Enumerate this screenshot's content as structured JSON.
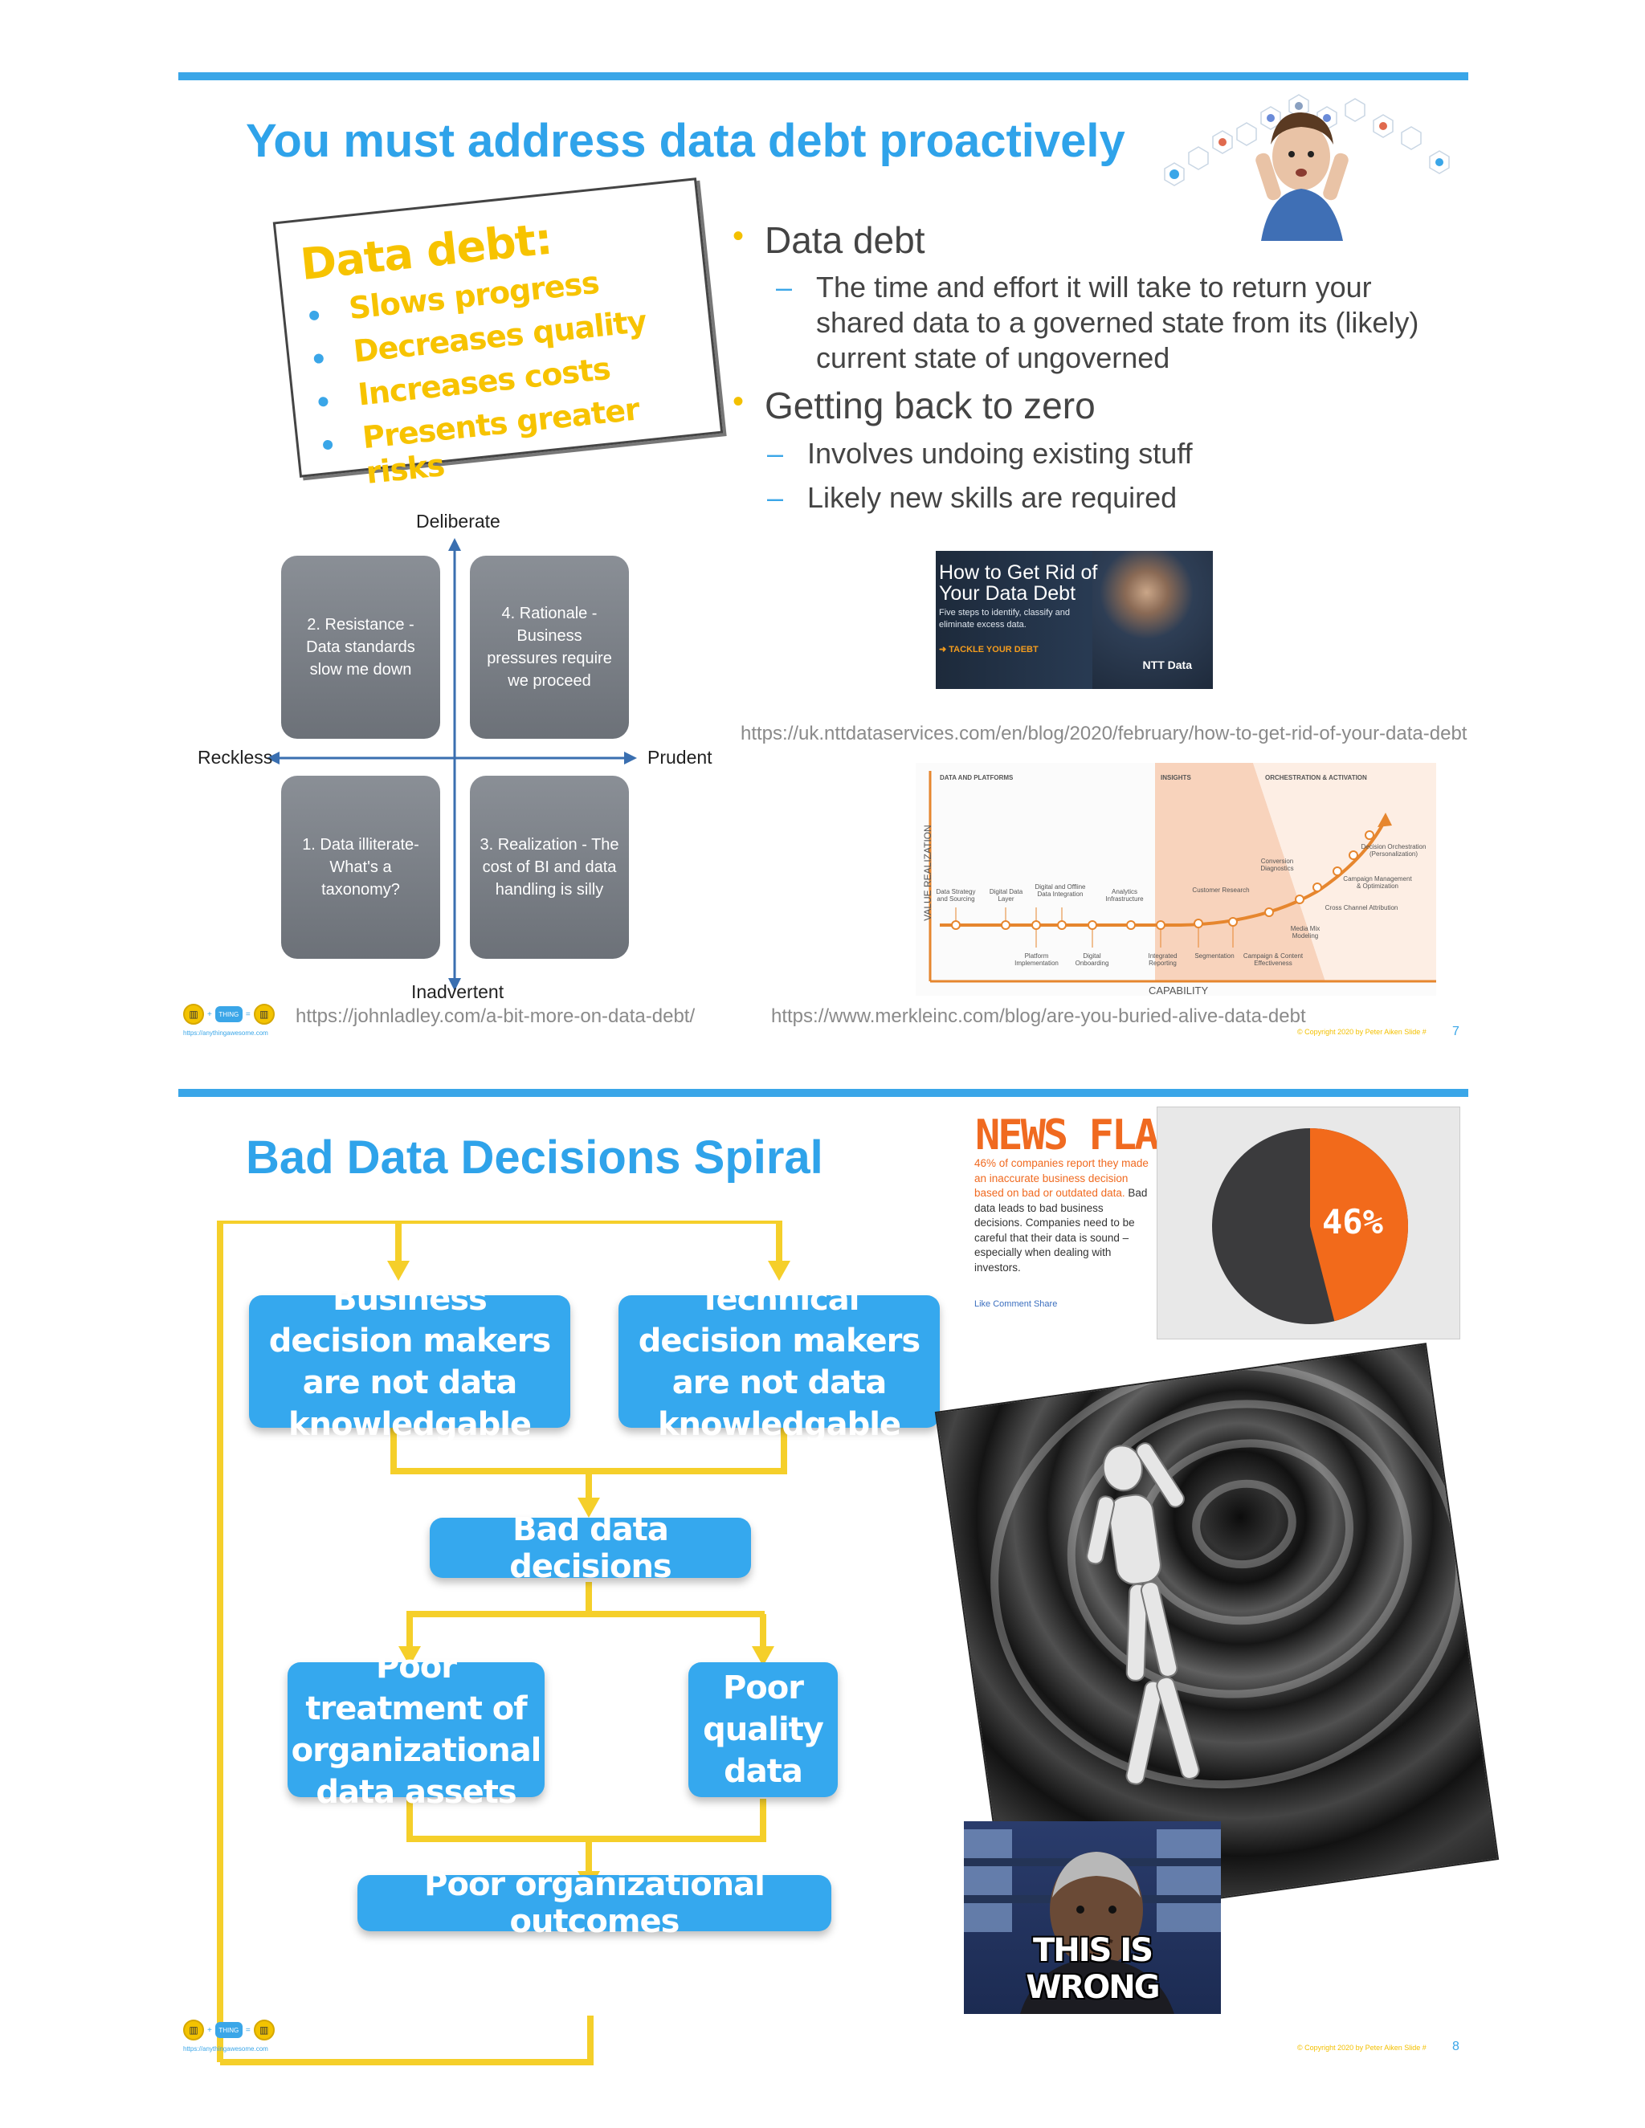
{
  "slide1": {
    "title": "You must address data debt proactively",
    "sticky": {
      "title": "Data debt:",
      "items": [
        "Slows progress",
        "Decreases quality",
        "Increases costs",
        "Presents greater risks"
      ]
    },
    "bullets": [
      {
        "text": "Data debt",
        "sub": [
          "The time and effort it will take to return your shared data to a governed state from its (likely) current state of ungoverned"
        ]
      },
      {
        "text": "Getting back to zero",
        "sub": [
          "Involves undoing existing stuff",
          "Likely new skills are required"
        ]
      }
    ],
    "quadrant": {
      "top": "Deliberate",
      "bottom": "Inadvertent",
      "left": "Reckless",
      "right": "Prudent",
      "boxes": [
        "2. Resistance - Data standards slow me down",
        "4. Rationale - Business pressures require we proceed",
        "1. Data illiterate- What's a taxonomy?",
        "3. Realization - The cost of BI and data handling is silly"
      ]
    },
    "ntt": {
      "title": "How to Get Rid of Your Data Debt",
      "sub": "Five steps to identify, classify and eliminate excess data.",
      "cta": "TACKLE YOUR DEBT",
      "logo": "NTT Data"
    },
    "merkle": {
      "phases": [
        "DATA AND PLATFORMS",
        "INSIGHTS",
        "ORCHESTRATION & ACTIVATION"
      ],
      "ylabel": "VALUE REALIZATION",
      "xlabel": "CAPABILITY",
      "labels_top": [
        "Data Strategy and Sourcing",
        "Digital Data Layer",
        "Digital and Offline Data Integration",
        "Analytics Infrastructure",
        "Customer Research",
        "Conversion Diagnostics",
        "Campaign Management & Optimization",
        "Decision Orchestration (Personalization)",
        "Cross Channel Attribution",
        "Media Mix Modeling"
      ],
      "labels_bottom": [
        "Platform Implementation",
        "Digital Onboarding",
        "Integrated Reporting",
        "Segmentation",
        "Campaign & Content Effectiveness"
      ]
    },
    "urls": {
      "ntt": "https://uk.nttdataservices.com/en/blog/2020/february/how-to-get-rid-of-your-data-debt",
      "ladley": "https://johnladley.com/a-bit-more-on-data-debt/",
      "merkle": "https://www.merkleinc.com/blog/are-you-buried-alive-data-debt"
    },
    "footer": {
      "logo_text": "https://anythingawesome.com",
      "logo_word": "THING",
      "copyright": "© Copyright  2020  by Peter Aiken  Slide #",
      "page": "7"
    }
  },
  "slide2": {
    "title": "Bad Data Decisions Spiral",
    "flow": {
      "business": "Business decision makers are not data knowledgable",
      "technical": "Technical decision makers are not data knowledgable",
      "bad": "Bad data decisions",
      "poor_treatment": "Poor treatment of organizational data assets",
      "poor_quality": "Poor quality data",
      "outcomes": "Poor organizational outcomes"
    },
    "news": {
      "title": "NEWS FLASH!",
      "highlight": "46% of companies report they made an inaccurate business decision based on bad or outdated data.",
      "body": " Bad data leads to bad business decisions. Companies need to be careful that their data is sound – especially when dealing with investors.",
      "actions": "Like Comment Share"
    },
    "pie": {
      "label": "46%",
      "value": 46,
      "colors": {
        "slice": "#f26a1b",
        "rest": "#3b3b3d"
      }
    },
    "meme": {
      "text": "THIS IS WRONG"
    },
    "footer": {
      "logo_text": "https://anythingawesome.com",
      "logo_word": "THING",
      "copyright": "© Copyright  2020  by Peter Aiken  Slide #",
      "page": "8"
    }
  },
  "colors": {
    "accent_blue": "#2fa3ea",
    "accent_yellow": "#f3c000",
    "flow_blue": "#35a8ee",
    "connector_yellow": "#f5cf2a"
  }
}
